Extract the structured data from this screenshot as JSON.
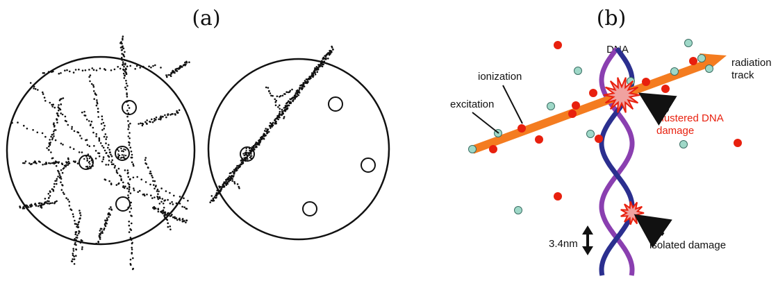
{
  "panel_a": {
    "label": "(a)"
  },
  "panel_b": {
    "label": "(b)",
    "dna_label": "DNA",
    "radiation_track": [
      "radiation",
      "track"
    ],
    "ionization": "ionization",
    "excitation": "excitation",
    "clustered_damage": [
      "clustered  DNA",
      "damage"
    ],
    "isolated_damage": "isolated  damage",
    "scale": "3.4nm"
  },
  "colors": {
    "track": "#f47c20",
    "ionization_dot": "#e8200e",
    "excitation_dot": "#9fd8c8",
    "dna_blue": "#2b2f8f",
    "dna_purple": "#8a3fb0",
    "damage": "#e8200e"
  }
}
